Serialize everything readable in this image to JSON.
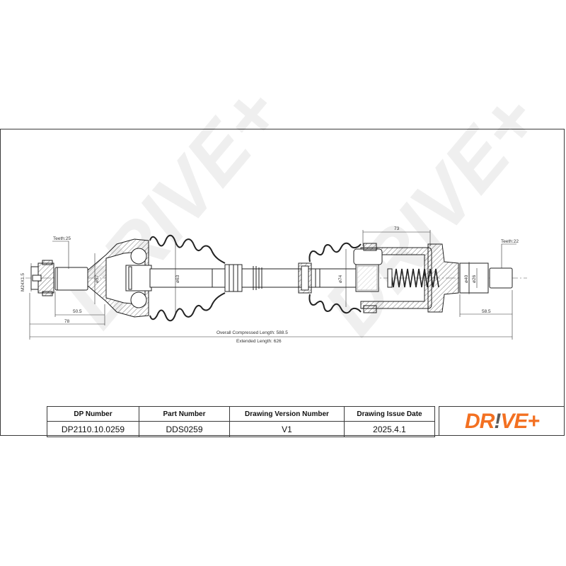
{
  "drawing": {
    "left_end": {
      "thread_label": "M24X1.5",
      "teeth_label": "Teeth:25",
      "diameter_outer": "ø57",
      "dim_spline_length": "50.5",
      "dim_end_length": "78"
    },
    "center": {
      "boot_diameter": "ø63",
      "overall_compressed_length": "Overall  Compressed  Length: 588.5",
      "extended_length": "Extended  Length: 626"
    },
    "right_end": {
      "tripod_diameter": "ø74",
      "housing_length": "73",
      "diameter_outer": "ø40",
      "diameter_inner": "ø26",
      "teeth_label": "Teeth:22",
      "dim_stub_length": "58.5"
    },
    "watermark": "DRIVE+"
  },
  "title_block": {
    "headers": [
      "DP Number",
      "Part Number",
      "Drawing Version Number",
      "Drawing Issue Date"
    ],
    "values": [
      "DP2110.10.0259",
      "DDS0259",
      "V1",
      "2025.4.1"
    ]
  },
  "brand": {
    "logo_text_1": "DR",
    "logo_text_2": "!",
    "logo_text_3": "VE+",
    "accent_color": "#f37021",
    "secondary_color": "#5a5a5a"
  }
}
